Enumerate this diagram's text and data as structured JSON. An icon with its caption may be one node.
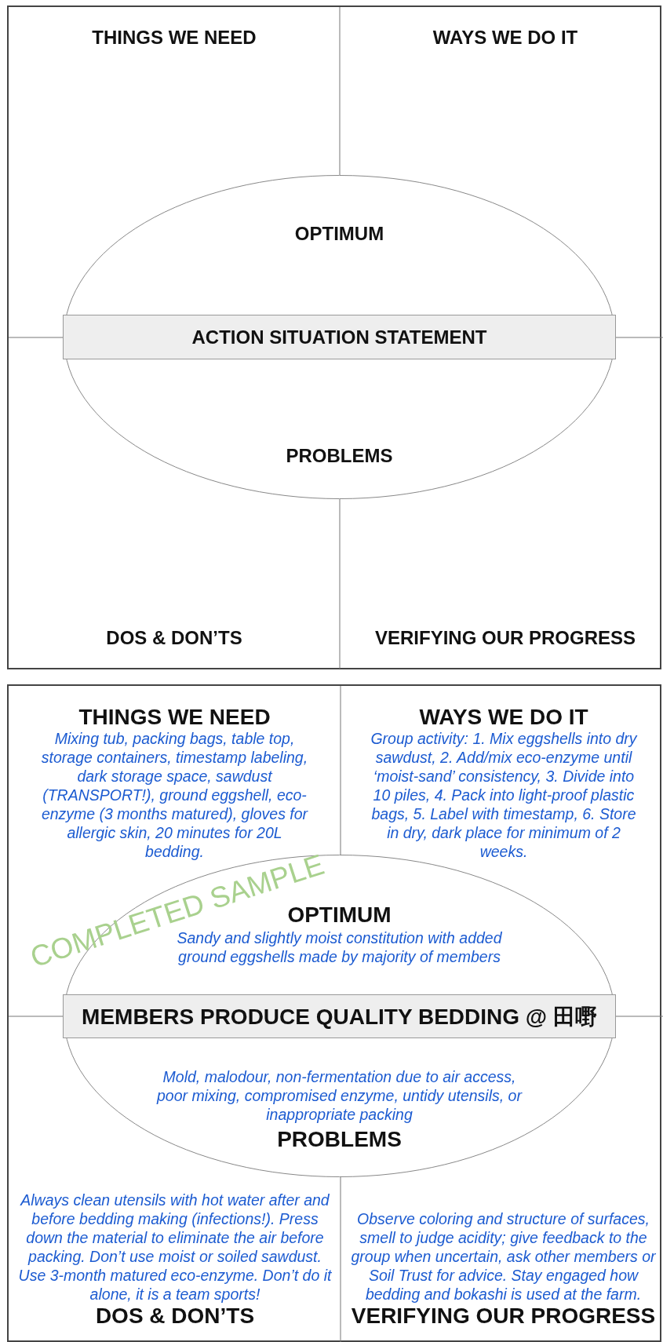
{
  "diagram": {
    "nodes": [
      {
        "text": [],
        "shape": "box"
      },
      {
        "text": [
          "THINGS WE NEED"
        ],
        "in": 0
      },
      {
        "text": [
          "WAYS WE DO IT"
        ],
        "in": 0
      },
      {
        "text": [
          "OPTIMUM",
          "PROBLEMS"
        ],
        "in": 0
      },
      {
        "text": [
          "ACTION SITUATION STATEMENT"
        ],
        "in": 3
      },
      {
        "text": [
          "DOS & DON’TS"
        ],
        "in": 0
      },
      {
        "text": [
          "VERIFYING OUR PROGRESS"
        ],
        "in": 0
      },
      {
        "text": [],
        "shape": "box"
      },
      {
        "text": [
          "THINGS WE NEED",
          "Mixing tub, packing bags, table top, storage containers, timestamp labeling, dark storage space, sawdust (TRANSPORT!), ground eggshell, eco-enzyme (3 months matured), gloves for allergic skin, 20 minutes for 20L bedding."
        ],
        "in": 7
      },
      {
        "text": [
          "WAYS WE DO IT",
          "Group activity: 1. Mix eggshells into dry sawdust, 2. Add/mix eco-enzyme until ‘moist-sand’ consistency, 3. Divide into 10 piles, 4. Pack into light-proof plastic bags, 5. Label with timestamp, 6. Store in dry, dark place for minimum of 2 weeks."
        ],
        "in": 7
      },
      {
        "text": [
          "OPTIMUM",
          "Sandy and slightly moist constitution with added ground eggshells made by majority of members",
          "Mold, malodour, non-fermentation due to air access, poor mixing, compromised enzyme, untidy utensils, or inappropriate packing",
          "PROBLEMS"
        ],
        "in": 7
      },
      {
        "text": [
          "MEMBERS PRODUCE QUALITY BEDDING @ 田嘢"
        ],
        "in": 10
      },
      {
        "text": [
          "Always clean utensils with hot water after and before bedding making (infections!). Press down the material to eliminate the air before packing. Don’t use moist or soiled sawdust. Use 3-month matured eco-enzyme. Don’t do it alone, it is a team sports!",
          "DOS & DON’TS"
        ],
        "in": 7
      },
      {
        "text": [
          "Observe coloring and structure of surfaces, smell to judge acidity; give feedback to the group when uncertain, ask other members or Soil Trust for advice. Stay engaged how bedding and bokashi is used at the farm.",
          "VERIFYING OUR PROGRESS"
        ],
        "in": 7
      }
    ],
    "labels": [
      "COMPLETED SAMPLE"
    ]
  }
}
